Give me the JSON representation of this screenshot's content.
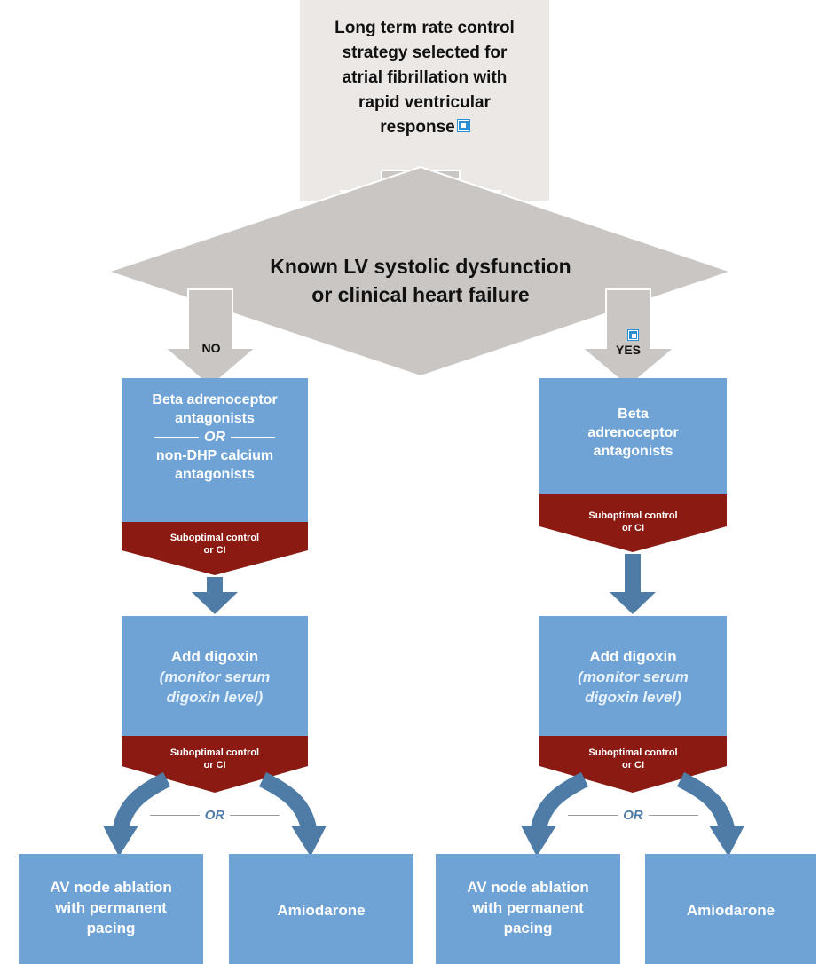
{
  "start": {
    "text_lines": [
      "Long term rate control",
      "strategy selected for",
      "atrial fibrillation with",
      "rapid ventricular",
      "response"
    ],
    "info_icon": "info-square-icon"
  },
  "decision": {
    "lines": [
      "Known LV systolic dysfunction",
      "or clinical heart failure"
    ],
    "no_label": "NO",
    "yes_label": "YES",
    "yes_icon": "info-square-icon"
  },
  "left": {
    "first": {
      "line1": "Beta adrenoceptor",
      "line2": "antagonists",
      "or": "OR",
      "line3": "non-DHP calcium",
      "line4": "antagonists"
    },
    "banner1": {
      "line1": "Suboptimal control",
      "line2": "or CI"
    },
    "second": {
      "title": "Add digoxin",
      "sub1": "(monitor serum",
      "sub2": "digoxin level)"
    },
    "banner2": {
      "line1": "Suboptimal control",
      "line2": "or CI"
    },
    "or": "OR",
    "out1": {
      "line1": "AV node ablation",
      "line2": "with permanent",
      "line3": "pacing"
    },
    "out2": {
      "line1": "Amiodarone"
    }
  },
  "right": {
    "first": {
      "line1": "Beta",
      "line2": "adrenoceptor",
      "line3": "antagonists"
    },
    "banner1": {
      "line1": "Suboptimal control",
      "line2": "or CI"
    },
    "second": {
      "title": "Add digoxin",
      "sub1": "(monitor serum",
      "sub2": "digoxin level)"
    },
    "banner2": {
      "line1": "Suboptimal control",
      "line2": "or CI"
    },
    "or": "OR",
    "out1": {
      "line1": "AV node ablation",
      "line2": "with permanent",
      "line3": "pacing"
    },
    "out2": {
      "line1": "Amiodarone"
    }
  },
  "colors": {
    "box_blue": "#6fa3d6",
    "banner_red": "#8b1a12",
    "arrow_blue": "#4f7ca6",
    "grey_fill": "#c9c6c3",
    "light_grey": "#ebe8e6"
  }
}
